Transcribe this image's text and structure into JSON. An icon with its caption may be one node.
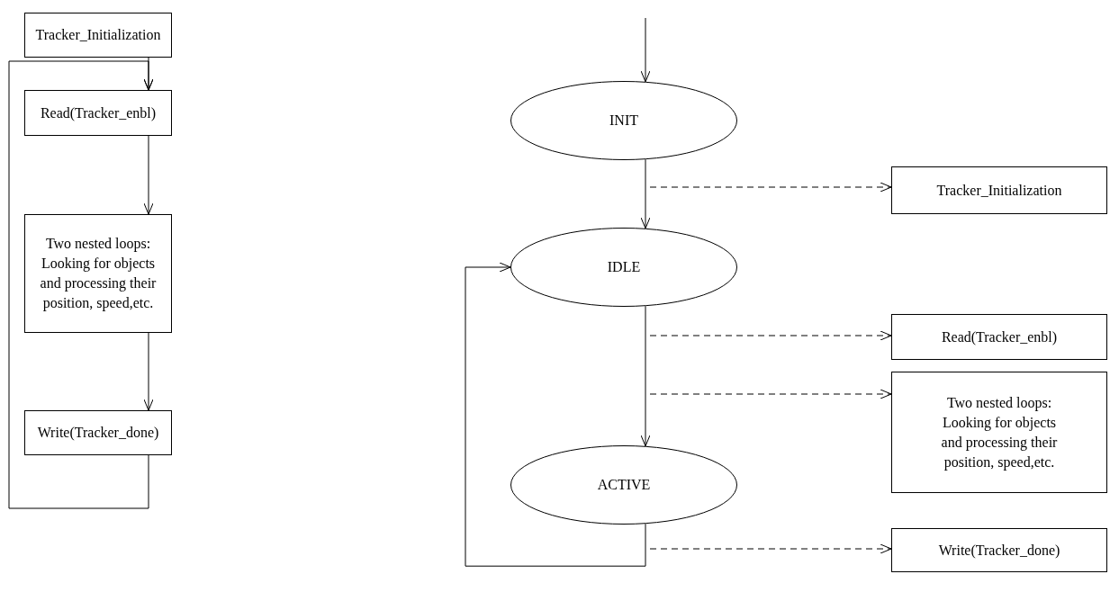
{
  "diagram": {
    "nodes": [
      {
        "text": [
          "Tracker_Initialization"
        ]
      },
      {
        "text": [
          "Read(Tracker_enbl)"
        ]
      },
      {
        "text": [
          "Two nested loops: Looking for objects and processing their position, speed,etc."
        ]
      },
      {
        "text": [
          "Write(Tracker_done)"
        ]
      },
      {
        "text": [
          "INIT"
        ]
      },
      {
        "text": [
          "IDLE"
        ]
      },
      {
        "text": [
          "ACTIVE"
        ]
      },
      {
        "text": [
          "Tracker_Initialization"
        ]
      },
      {
        "text": [
          "Read(Tracker_enbl)"
        ]
      },
      {
        "text": [
          "Two nested loops: Looking for objects and processing their position, speed,etc."
        ]
      },
      {
        "text": [
          "Write(Tracker_done)"
        ]
      }
    ],
    "edges": [
      {
        "from": 0,
        "to": 1,
        "arrow": "to"
      },
      {
        "from": 1,
        "to": 2,
        "arrow": "to"
      },
      {
        "from": 2,
        "to": 3,
        "arrow": "to"
      },
      {
        "from": 3,
        "to": 1,
        "arrow": "to"
      },
      {
        "from": null,
        "to": 4,
        "arrow": "to"
      },
      {
        "from": 4,
        "to": 5,
        "arrow": "to"
      },
      {
        "from": 5,
        "to": 6,
        "arrow": "to"
      },
      {
        "from": 6,
        "to": 5,
        "arrow": "to"
      },
      {
        "from": null,
        "to": 7,
        "arrow": "to",
        "style": "dashed"
      },
      {
        "from": null,
        "to": 8,
        "arrow": "to",
        "style": "dashed"
      },
      {
        "from": null,
        "to": 9,
        "arrow": "to",
        "style": "dashed"
      },
      {
        "from": null,
        "to": 10,
        "arrow": "to",
        "style": "dashed"
      }
    ]
  }
}
